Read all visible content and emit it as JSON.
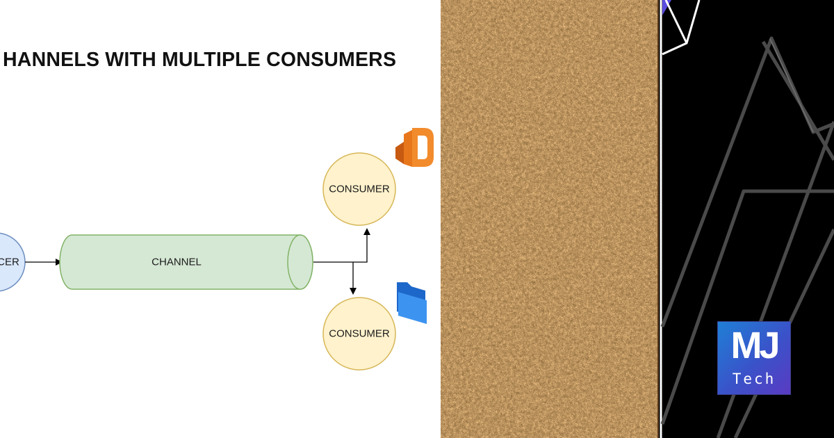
{
  "diagram": {
    "title": "HANNELS WITH MULTIPLE CONSUMERS",
    "nodes": {
      "producer": "CER",
      "channel": "CHANNEL",
      "consumer_top": "CONSUMER",
      "consumer_bottom": "CONSUMER"
    },
    "icons": {
      "consumer_top": "aws-lambda-icon",
      "consumer_bottom": "folder-icon"
    }
  },
  "logo": {
    "main": "MJ",
    "sub": "Tech"
  },
  "colors": {
    "consumer_fill": "#fff2cc",
    "consumer_stroke": "#d6b656",
    "channel_fill": "#d5e8d4",
    "channel_stroke": "#82b366",
    "producer_fill": "#dae8fc",
    "producer_stroke": "#6c8ebf",
    "lambda_orange": "#e8771c",
    "folder_blue": "#2f86ea",
    "cork": "#b07a43",
    "logo_gradient_start": "#1f7fd6",
    "logo_gradient_end": "#5a3bc2"
  }
}
